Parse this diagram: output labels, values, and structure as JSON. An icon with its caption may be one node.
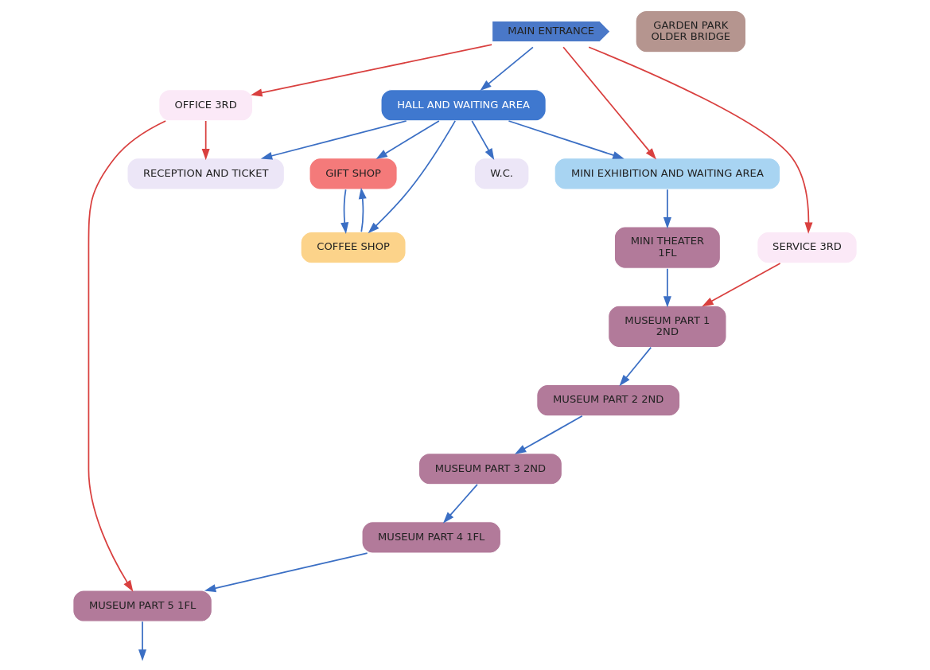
{
  "diagram": {
    "nodes": [
      {
        "text": [
          "OFFICE 3RD"
        ]
      },
      {
        "text": [
          "GIFT SHOP"
        ]
      },
      {
        "text": [
          "COFFEE SHOP"
        ]
      },
      {
        "text": [
          "W.C."
        ]
      },
      {
        "text": [
          "MUSEUM PART 4 1FL"
        ]
      },
      {
        "text": [
          "MUSEUM PART 5 1FL"
        ]
      },
      {
        "text": [
          "MUSEUM PART 2 2ND"
        ]
      },
      {
        "text": [
          "MUSEUM PART 3 2ND"
        ]
      },
      {
        "text": [
          "MAIN ENTRANCE"
        ]
      },
      {
        "text": [
          "HALL AND WAITING AREA"
        ]
      },
      {
        "text": [
          "RECEPTION AND TICKET"
        ]
      },
      {
        "text": [
          "GARDEN PARK",
          "OLDER BRIDGE"
        ]
      },
      {
        "text": [
          "MINI EXHIBITION AND WAITING AREA"
        ]
      },
      {
        "text": [
          "MINI THEATER",
          "1FL"
        ]
      },
      {
        "text": [
          "MUSEUM PART 1",
          "2ND"
        ]
      },
      {
        "text": [
          "SERVICE 3RD"
        ]
      }
    ],
    "edges": [
      {
        "from": 8,
        "to": 0,
        "arrow": "to",
        "color": "#d9403f"
      },
      {
        "from": 0,
        "to": 5,
        "arrow": "to",
        "color": "#d9403f"
      },
      {
        "from": 0,
        "to": 10,
        "arrow": "to",
        "color": "#d9403f"
      },
      {
        "from": 8,
        "to": 15,
        "arrow": "to",
        "color": "#d9403f"
      },
      {
        "from": 8,
        "to": 12,
        "arrow": "to",
        "color": "#d9403f"
      },
      {
        "from": 15,
        "to": 14,
        "arrow": "to",
        "color": "#d9403f"
      },
      {
        "from": 8,
        "to": 9,
        "arrow": "to"
      },
      {
        "from": 1,
        "to": 2,
        "arrow": "to"
      },
      {
        "from": 2,
        "to": 1,
        "arrow": "to"
      },
      {
        "from": 9,
        "to": 1,
        "arrow": "to"
      },
      {
        "from": 9,
        "to": 2,
        "arrow": "to"
      },
      {
        "from": 9,
        "to": 3,
        "arrow": "to"
      },
      {
        "from": 9,
        "to": 10,
        "arrow": "to"
      },
      {
        "from": 9,
        "to": 12,
        "arrow": "to"
      },
      {
        "from": 12,
        "to": 13,
        "arrow": "to"
      },
      {
        "from": 13,
        "to": 14,
        "arrow": "to"
      },
      {
        "from": 14,
        "to": 6,
        "arrow": "to"
      },
      {
        "from": 6,
        "to": 7,
        "arrow": "to"
      },
      {
        "from": 4,
        "to": 5,
        "arrow": "to"
      },
      {
        "from": 7,
        "to": 4,
        "arrow": "to"
      },
      {
        "from": 5,
        "to": null,
        "arrow": "to"
      }
    ]
  }
}
